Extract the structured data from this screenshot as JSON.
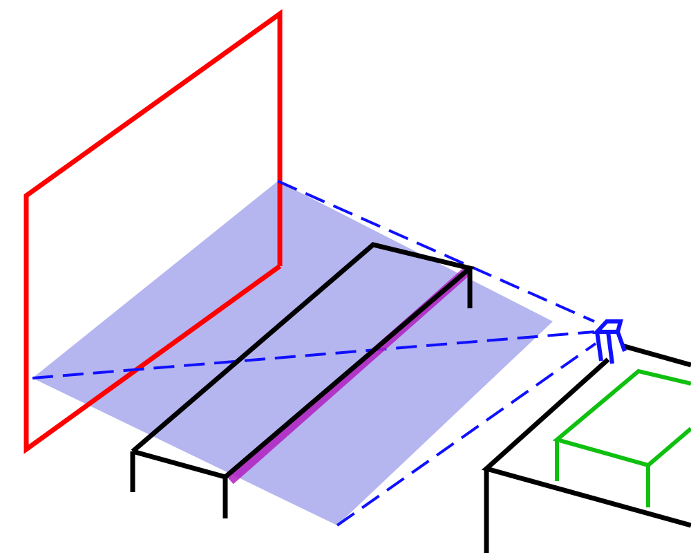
{
  "colors": {
    "background": "#ffffff",
    "screen": "#ff0000",
    "projection_fill": "#8080e6",
    "projection_fill_opacity": 0.58,
    "projector": "#1010ff",
    "projector_rays": "#1010ff",
    "table": "#000000",
    "highlight_stripe": "#b020c0",
    "desk_object": "#10c010"
  },
  "elements": {
    "screen_frame": "red-screen-frame",
    "projection_area": "projection-area",
    "projector": "projector-icon",
    "rays": "projector-rays",
    "table": "long-table",
    "stripe": "table-edge-highlight",
    "desk": "projector-desk",
    "box": "green-box"
  }
}
